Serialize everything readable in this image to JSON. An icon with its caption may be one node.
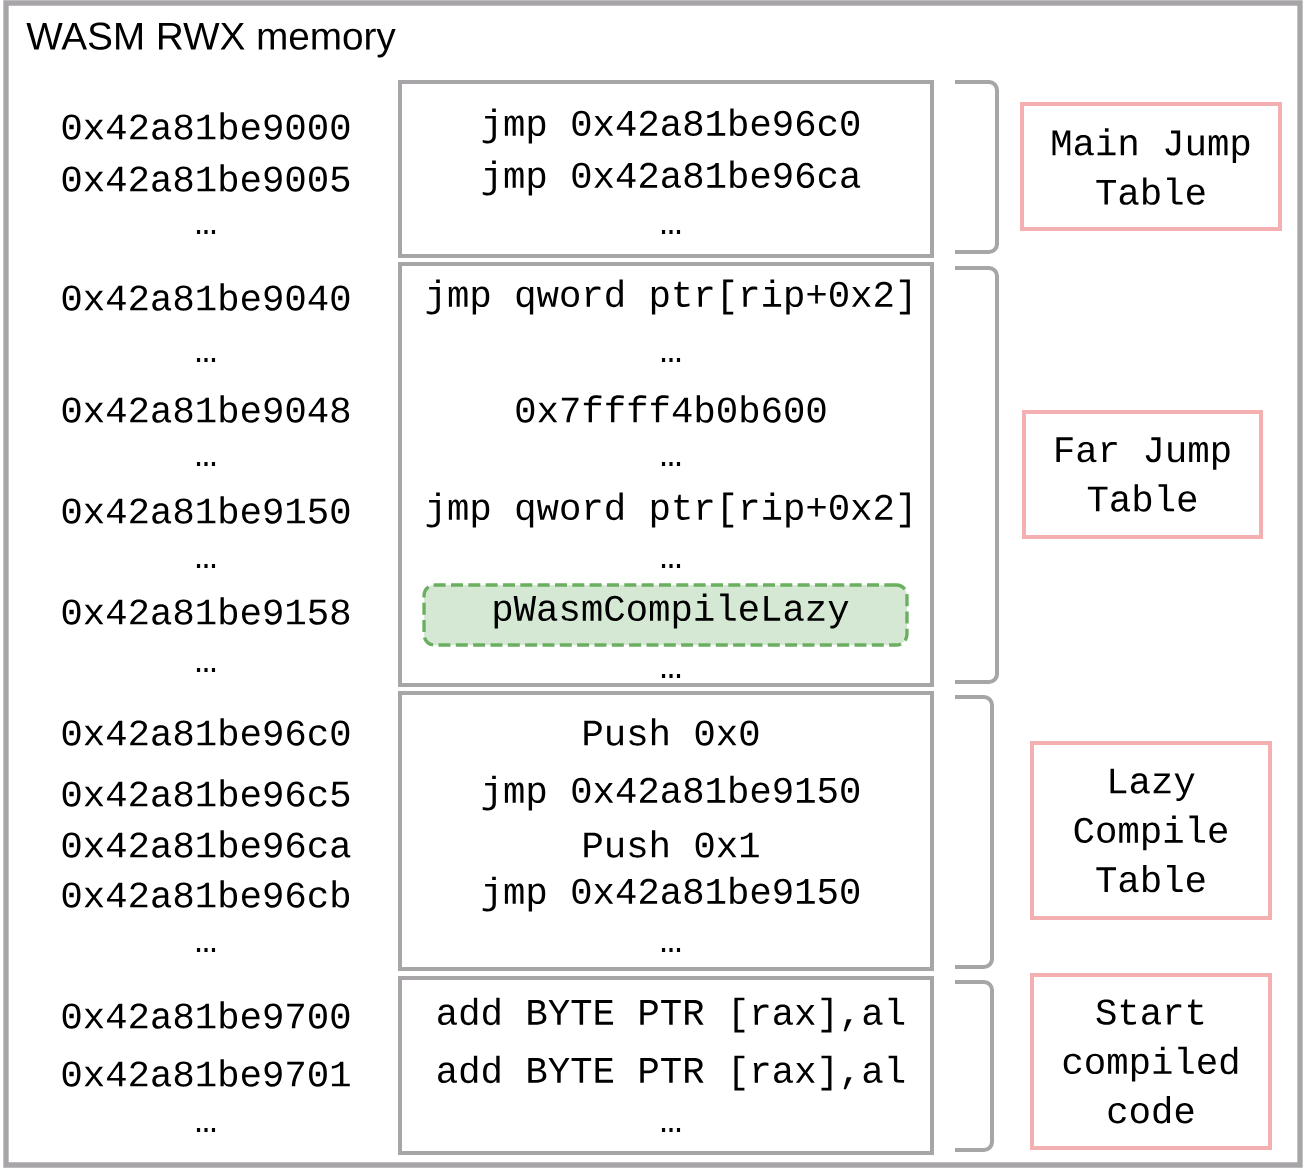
{
  "diagram": {
    "title": "WASM RWX memory",
    "nodes": [
      {
        "text": [],
        "shape": "box"
      },
      {
        "text": [
          "jmp 0x42a81be96c0",
          "jmp 0x42a81be96ca",
          "…"
        ],
        "in": 0
      },
      {
        "text": [
          "jmp qword ptr[rip+0x2]",
          "…",
          "0x7ffff4b0b600",
          "…",
          "jmp qword ptr[rip+0x2]",
          "…",
          "…"
        ],
        "in": 0
      },
      {
        "text": [
          "pWasmCompileLazy"
        ],
        "in": 2
      },
      {
        "text": [
          "Push 0x0",
          "jmp 0x42a81be9150",
          "Push 0x1",
          "jmp 0x42a81be9150",
          "…"
        ],
        "in": 0
      },
      {
        "text": [
          "add BYTE PTR [rax],al",
          "add BYTE PTR [rax],al",
          "…"
        ],
        "in": 0
      },
      {
        "text": [
          "Main Jump Table"
        ],
        "in": 0
      },
      {
        "text": [
          "Far Jump Table"
        ],
        "in": 0
      },
      {
        "text": [
          "Lazy Compile Table"
        ],
        "in": 0
      },
      {
        "text": [
          "Start compiled code"
        ],
        "in": 0
      }
    ],
    "edges": [],
    "labels": [
      "0x42a81be9000",
      "0x42a81be9005",
      "…",
      "0x42a81be9040",
      "…",
      "0x42a81be9048",
      "…",
      "0x42a81be9150",
      "…",
      "0x42a81be9158",
      "…",
      "0x42a81be96c0",
      "0x42a81be96c5",
      "0x42a81be96ca",
      "0x42a81be96cb",
      "…",
      "0x42a81be9700",
      "0x42a81be9701",
      "…"
    ]
  }
}
